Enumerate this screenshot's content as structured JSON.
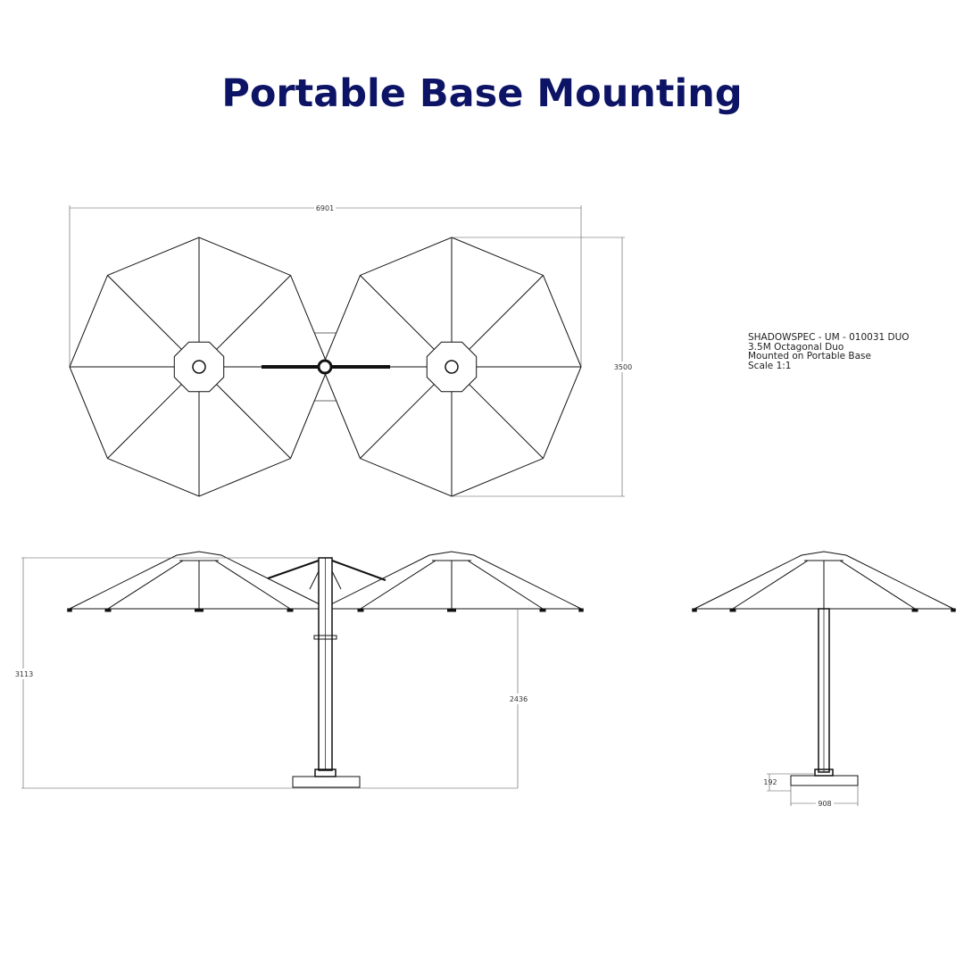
{
  "title": "Portable Base Mounting",
  "spec_block": {
    "line1": "SHADOWSPEC - UM - 010031 DUO",
    "line2": "3.5M Octagonal Duo",
    "line3": "Mounted on Portable Base",
    "line4": "Scale 1:1"
  },
  "dimensions": {
    "overall_width": "6901",
    "canopy_depth": "3500",
    "overall_height": "3113",
    "clearance_height": "2436",
    "base_height": "192",
    "base_width": "908"
  }
}
